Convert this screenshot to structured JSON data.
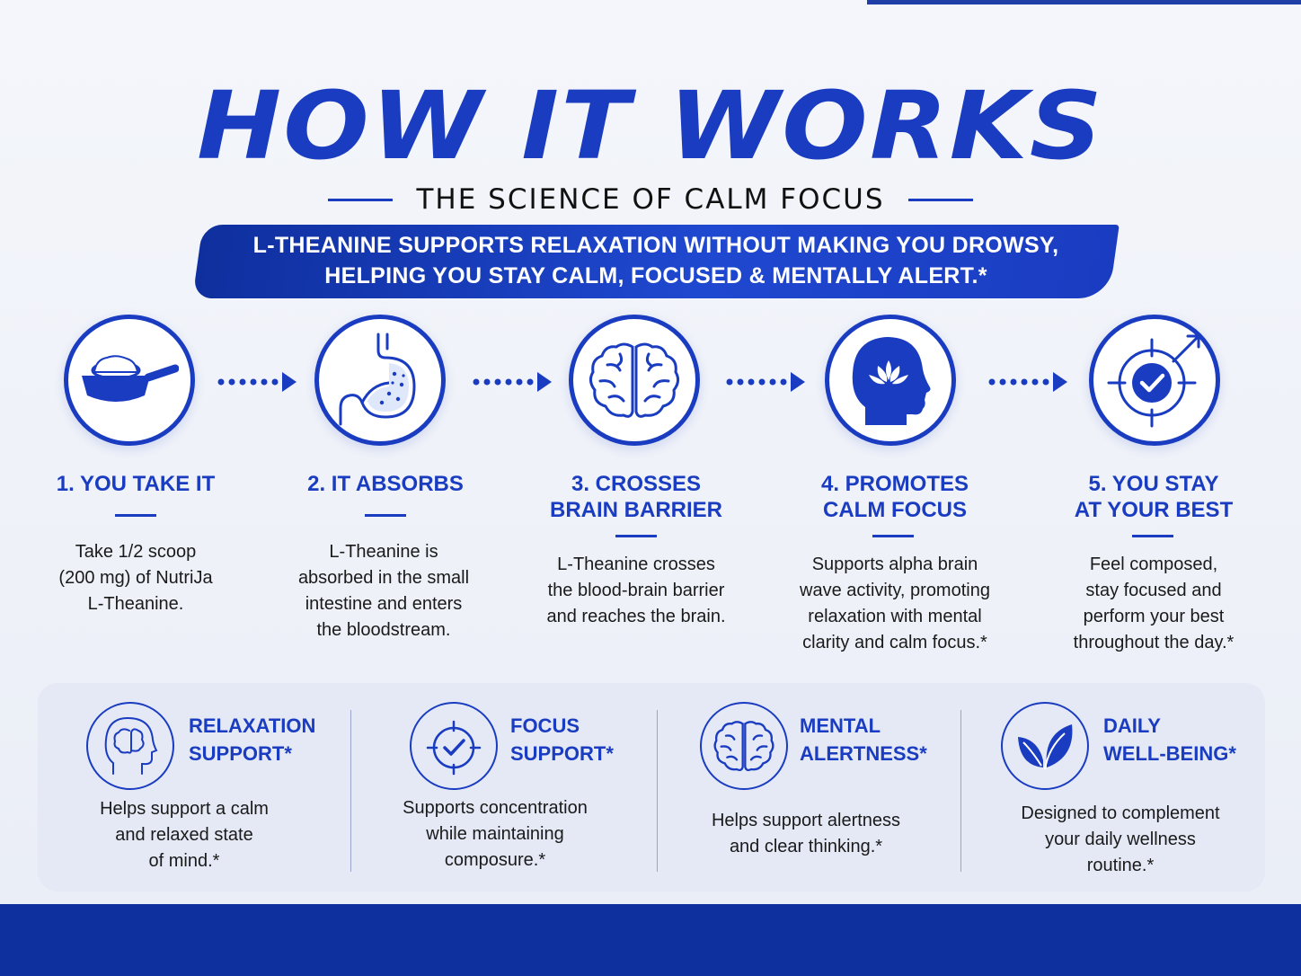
{
  "header": {
    "title": "HOW IT WORKS",
    "subtitle": "THE SCIENCE OF CALM FOCUS",
    "banner_line1": "L-THEANINE SUPPORTS RELAXATION WITHOUT MAKING YOU DROWSY,",
    "banner_line2": "HELPING YOU STAY CALM, FOCUSED & MENTALLY ALERT.*"
  },
  "steps": [
    {
      "icon": "scoop-icon",
      "title_line1": "1. YOU TAKE IT",
      "title_line2": "",
      "desc": [
        "Take 1/2 scoop",
        "(200 mg) of NutriJa",
        "L-Theanine."
      ]
    },
    {
      "icon": "stomach-icon",
      "title_line1": "2. IT ABSORBS",
      "title_line2": "",
      "desc": [
        "L-Theanine is",
        "absorbed in the small",
        "intestine and enters",
        "the bloodstream."
      ]
    },
    {
      "icon": "brain-icon",
      "title_line1": "3. CROSSES",
      "title_line2": "BRAIN BARRIER",
      "desc": [
        "L-Theanine crosses",
        "the blood-brain barrier",
        "and reaches the brain."
      ]
    },
    {
      "icon": "head-lotus-icon",
      "title_line1": "4. PROMOTES",
      "title_line2": "CALM FOCUS",
      "desc": [
        "Supports alpha brain",
        "wave activity, promoting",
        "relaxation with mental",
        "clarity and calm focus.*"
      ]
    },
    {
      "icon": "target-check-icon",
      "title_line1": "5. YOU STAY",
      "title_line2": "AT YOUR BEST",
      "desc": [
        "Feel composed,",
        "stay focused and",
        "perform your best",
        "throughout the day.*"
      ]
    }
  ],
  "features": [
    {
      "icon": "head-brain-icon",
      "title_line1": "RELAXATION",
      "title_line2": "SUPPORT*",
      "desc": [
        "Helps support a calm",
        "and relaxed state",
        "of mind.*"
      ]
    },
    {
      "icon": "target-check-icon",
      "title_line1": "FOCUS",
      "title_line2": "SUPPORT*",
      "desc": [
        "Supports concentration",
        "while maintaining",
        "composure.*"
      ]
    },
    {
      "icon": "brain-icon",
      "title_line1": "MENTAL",
      "title_line2": "ALERTNESS*",
      "desc": [
        "Helps support alertness",
        "and clear thinking.*"
      ]
    },
    {
      "icon": "leaf-icon",
      "title_line1": "DAILY",
      "title_line2": "WELL-BEING*",
      "desc": [
        "Designed to complement",
        "your daily wellness",
        "routine.*"
      ]
    }
  ],
  "colors": {
    "brand_blue": "#1a3cc1",
    "footer_blue": "#0e2f9e",
    "panel_bg": "#e4e9f5"
  }
}
